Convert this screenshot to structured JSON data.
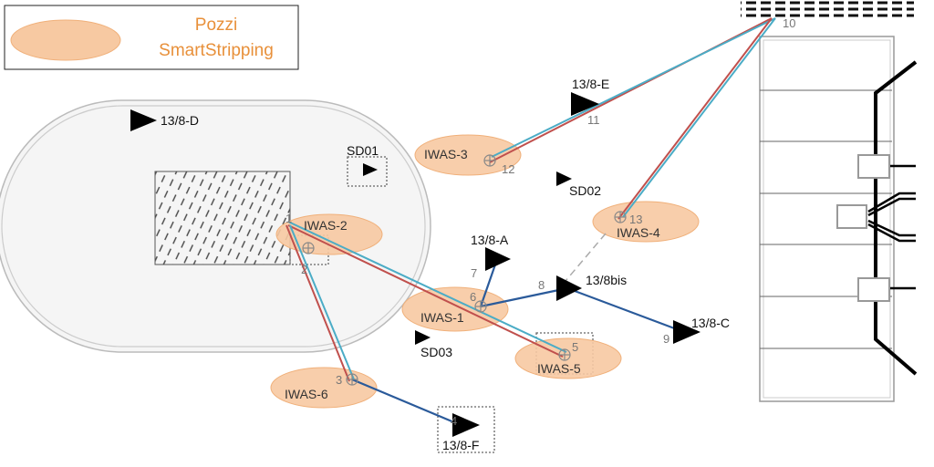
{
  "legend": {
    "line1": "Pozzi",
    "line2": "SmartStripping",
    "color": "#e8903a",
    "fill": "#f7c9a2"
  },
  "wells": [
    {
      "id": "iwas-3",
      "label": "IWAS-3"
    },
    {
      "id": "iwas-2",
      "label": "IWAS-2"
    },
    {
      "id": "iwas-4",
      "label": "IWAS-4"
    },
    {
      "id": "iwas-1",
      "label": "IWAS-1"
    },
    {
      "id": "iwas-5",
      "label": "IWAS-5"
    },
    {
      "id": "iwas-6",
      "label": "IWAS-6"
    }
  ],
  "markers": [
    {
      "id": "13-8-d",
      "label": "13/8-D"
    },
    {
      "id": "13-8-e",
      "label": "13/8-E"
    },
    {
      "id": "sd01",
      "label": "SD01"
    },
    {
      "id": "sd02",
      "label": "SD02"
    },
    {
      "id": "13-8-a",
      "label": "13/8-A"
    },
    {
      "id": "13-8bis",
      "label": "13/8bis"
    },
    {
      "id": "13-8-c",
      "label": "13/8-C"
    },
    {
      "id": "sd03",
      "label": "SD03"
    },
    {
      "id": "13-8-f",
      "label": "13/8-F"
    }
  ],
  "nodes": [
    "1",
    "2",
    "3",
    "4",
    "5",
    "6",
    "7",
    "8",
    "9",
    "10",
    "11",
    "12",
    "13"
  ],
  "colors": {
    "red_line": "#c0504d",
    "blue_line": "#4bacc6",
    "dark_blue_line": "#2a5a9a",
    "dashed": "#aaaaaa"
  }
}
